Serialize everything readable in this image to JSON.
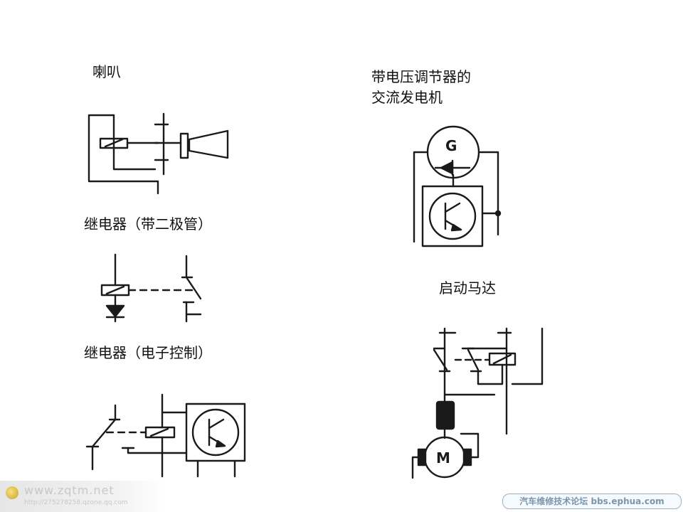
{
  "labels": {
    "horn": "喇叭",
    "relay_diode": "继电器（带二极管）",
    "relay_electronic": "继电器（电子控制）",
    "alternator_line1": "带电压调节器的",
    "alternator_line2": "交流发电机",
    "starter": "启动马达"
  },
  "symbol_letters": {
    "generator": "G",
    "motor": "M"
  },
  "watermarks": {
    "site": "www.zqtm.net",
    "url": "http://275278258.qzone.qq.com",
    "forum": "汽车维修技术论坛 bbs.ephua.com"
  }
}
